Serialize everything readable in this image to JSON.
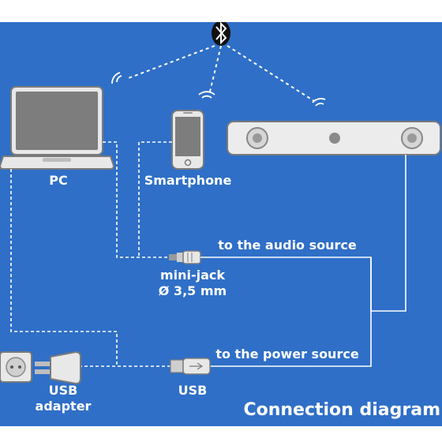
{
  "title": "Connection diagram",
  "labels": {
    "pc": "PC",
    "smartphone": "Smartphone",
    "audio_source": "to the audio source",
    "mini_jack_line1": "mini-jack",
    "mini_jack_line2": "Ø 3,5 mm",
    "power_source": "to the power source",
    "usb": "USB",
    "usb_adapter_line1": "USB",
    "usb_adapter_line2": "adapter"
  },
  "icons": {
    "bluetooth": "bluetooth-icon",
    "laptop": "laptop-icon",
    "smartphone": "smartphone-icon",
    "soundbar": "soundbar-icon",
    "mini_jack": "mini-jack-plug-icon",
    "usb_plug": "usb-plug-icon",
    "usb_adapter": "usb-adapter-icon",
    "wall_socket": "wall-socket-icon",
    "wireless": "wireless-signal-icon"
  },
  "colors": {
    "background": "#2f6fc7",
    "foreground": "#ffffff",
    "device_fill": "#e8e8e8",
    "device_outline": "#7a7a7a"
  }
}
